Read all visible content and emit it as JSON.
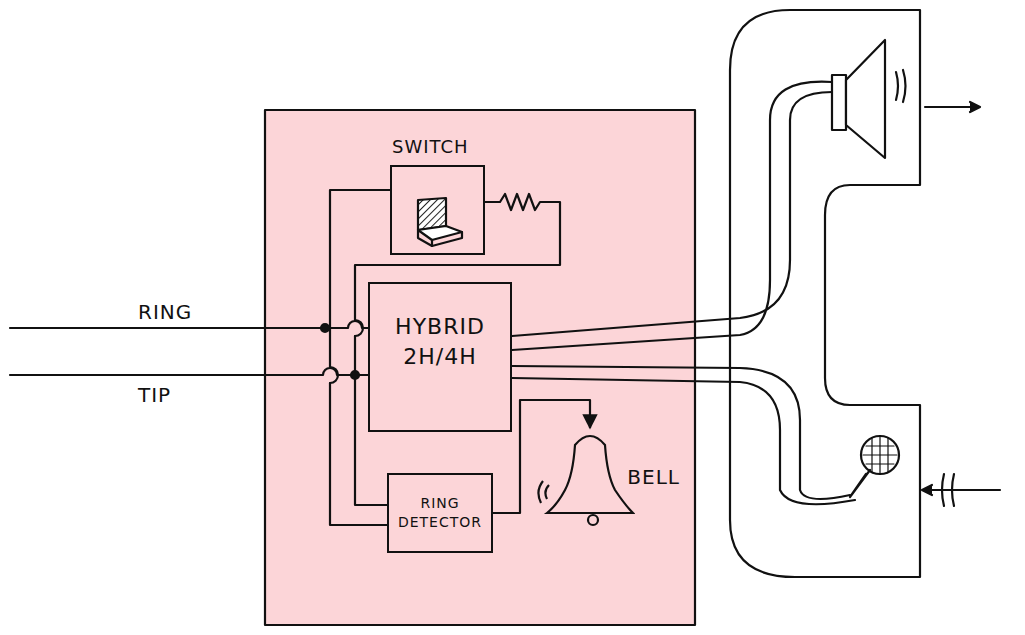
{
  "diagram": {
    "nodes": [
      {
        "text": [
          "SWITCH"
        ]
      },
      {
        "text": [
          "HYBRID 2H/4H"
        ]
      },
      {
        "text": [
          "RING DETECTOR"
        ]
      },
      {
        "text": [
          "BELL"
        ]
      }
    ],
    "edges": [
      {
        "from": 2,
        "to": 3,
        "arrow": "to"
      }
    ],
    "labels": [
      "RING",
      "TIP"
    ]
  }
}
